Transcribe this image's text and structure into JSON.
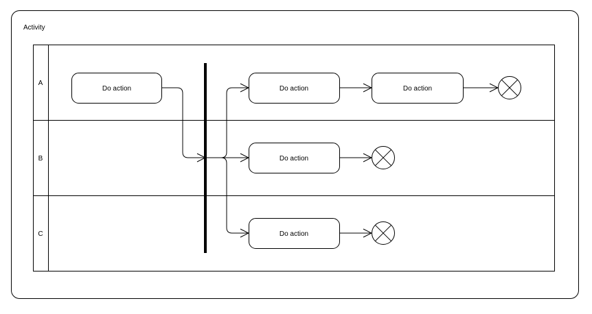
{
  "activity": {
    "title": "Activity"
  },
  "lanes": [
    {
      "label": "A"
    },
    {
      "label": "B"
    },
    {
      "label": "C"
    }
  ],
  "actions": [
    {
      "label": "Do action"
    },
    {
      "label": "Do action"
    },
    {
      "label": "Do action"
    },
    {
      "label": "Do action"
    },
    {
      "label": "Do action"
    }
  ]
}
